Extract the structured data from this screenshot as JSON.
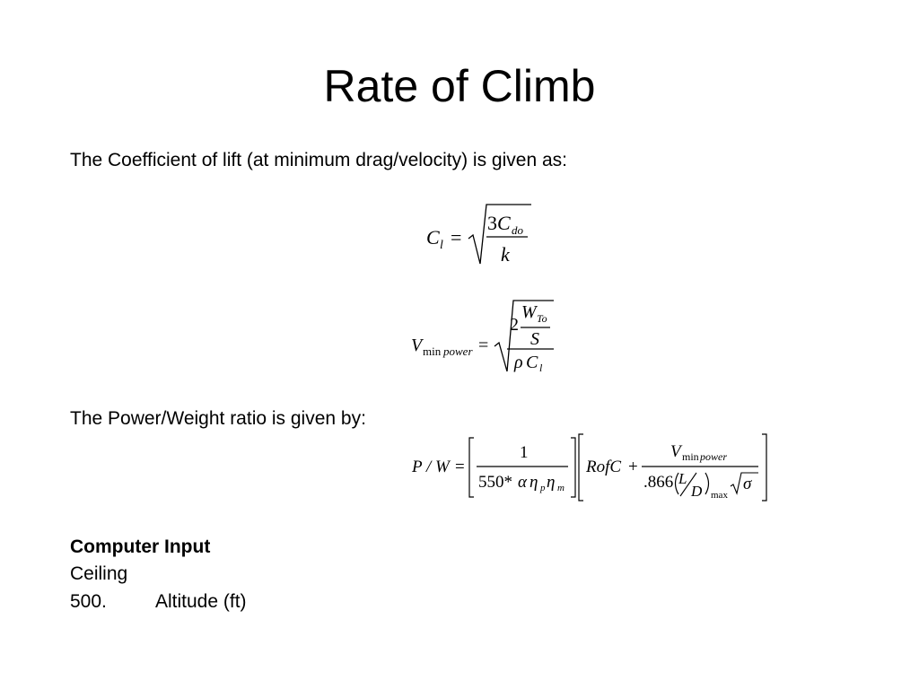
{
  "slide": {
    "title": "Rate of Climb",
    "intro": "The Coefficient of lift (at minimum drag/velocity) is given as:",
    "pw_intro": "The Power/Weight ratio is given by:",
    "computer_input_heading": "Computer Input",
    "ceiling_label": "Ceiling",
    "altitude_value": "500.",
    "altitude_label": "Altitude (ft)"
  },
  "equations": {
    "cl": {
      "lhs_symbol": "C",
      "lhs_subscript": "l",
      "equals": "=",
      "num_coeff": "3",
      "num_symbol": "C",
      "num_subscript": "do",
      "denominator": "k"
    },
    "vmin": {
      "lhs_symbol": "V",
      "lhs_sub_a": "min",
      "lhs_sub_b": "power",
      "equals": "=",
      "coeff": "2",
      "w_symbol": "W",
      "w_subscript": "To",
      "s_symbol": "S",
      "rho": "ρ",
      "c_symbol": "C",
      "c_subscript": "l"
    },
    "pw": {
      "lhs": "P / W",
      "equals": "=",
      "one": "1",
      "den_const": "550*",
      "alpha": "α",
      "eta": "η",
      "sub_p": "p",
      "sub_m": "m",
      "rofc": "RofC",
      "plus": "+",
      "v_symbol": "V",
      "v_sub_a": "min",
      "v_sub_b": "power",
      "const_866": ".866",
      "l_symbol": "L",
      "d_symbol": "D",
      "max_sub": "max",
      "sigma": "σ"
    }
  }
}
